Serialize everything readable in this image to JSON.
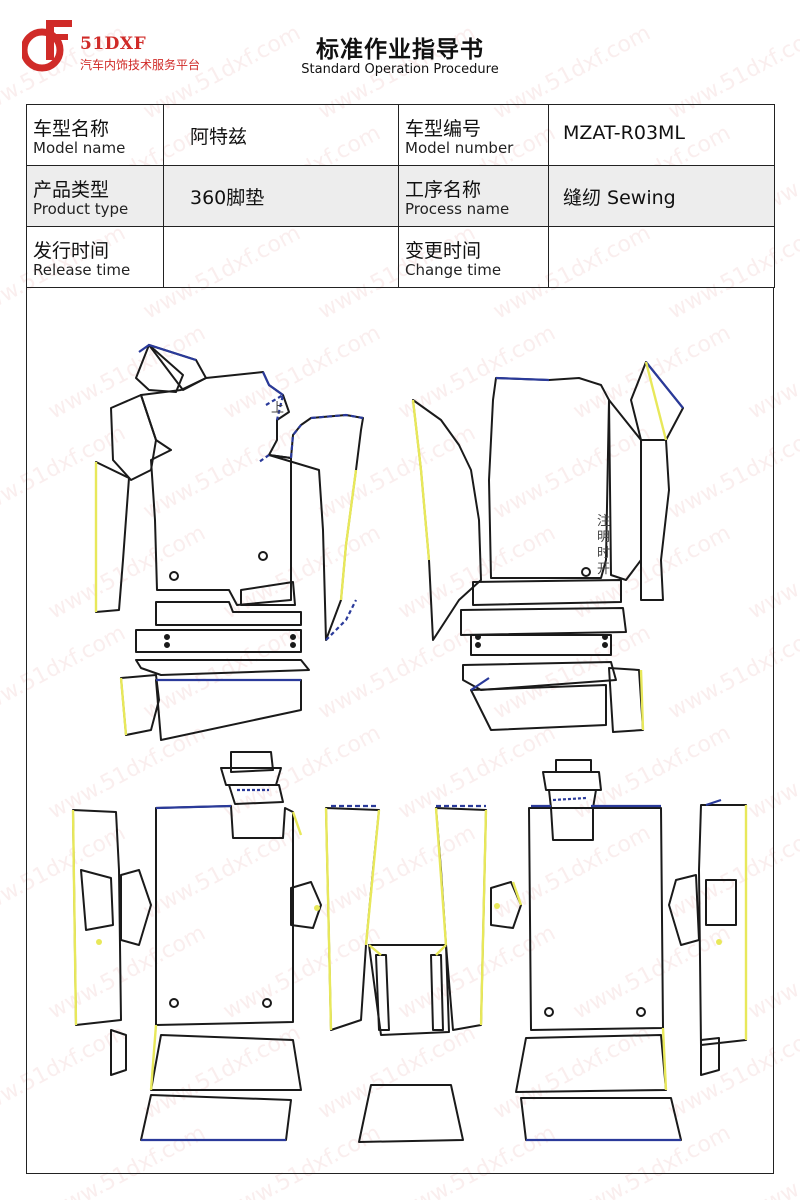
{
  "brand": {
    "name": "51DXF",
    "subtitle": "汽车内饰技术服务平台",
    "color": "#d02b28"
  },
  "document": {
    "title": "标准作业指导书",
    "subtitle": "Standard Operation Procedure"
  },
  "info_table": {
    "model_name_cn": "车型名称",
    "model_name_en": "Model name",
    "model_name_value": "阿特兹",
    "model_number_cn": "车型编号",
    "model_number_en": "Model number",
    "model_number_value": "MZAT-R03ML",
    "product_type_cn": "产品类型",
    "product_type_en": "Product type",
    "product_type_value": "360脚垫",
    "process_name_cn": "工序名称",
    "process_name_en": "Process name",
    "process_name_value": "缝纫 Sewing",
    "release_time_cn": "发行时间",
    "release_time_en": "Release time",
    "release_time_value": "",
    "change_time_cn": "变更时间",
    "change_time_en": "Change time",
    "change_time_value": ""
  },
  "drawing": {
    "up_mark": "上",
    "note_chars": [
      "注",
      "明",
      "时",
      "开"
    ],
    "line_colors": {
      "outline": "#1a1a1a",
      "blue_edge": "#2a3a9a",
      "yellow_edge": "#e8e85a"
    }
  },
  "watermark": "www.51dxf.com"
}
